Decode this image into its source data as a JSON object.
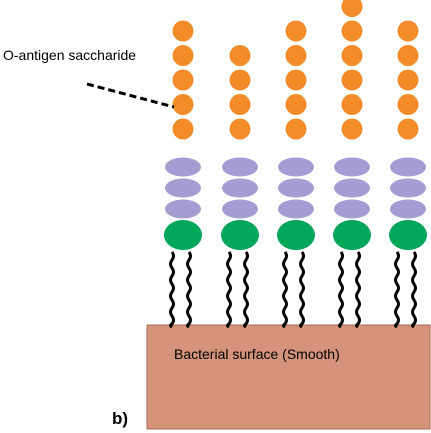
{
  "annotation": {
    "label": "O-antigen saccharide"
  },
  "surface": {
    "label": "Bacterial surface (Smooth)"
  },
  "panel": {
    "label": "b)"
  },
  "colors": {
    "o_antigen": "#f28c28",
    "core_oligosaccharide": "#a79bd3",
    "lipid_a": "#00a65a",
    "fatty_acid_chain": "#000000",
    "surface": "#d4937a",
    "surface_border": "#a86a55",
    "leader_line": "#000000"
  },
  "molecules": [
    {
      "o_antigen_units": 5,
      "core_units": 3
    },
    {
      "o_antigen_units": 4,
      "core_units": 3
    },
    {
      "o_antigen_units": 5,
      "core_units": 3
    },
    {
      "o_antigen_units": 6,
      "core_units": 3
    },
    {
      "o_antigen_units": 5,
      "core_units": 3
    }
  ]
}
